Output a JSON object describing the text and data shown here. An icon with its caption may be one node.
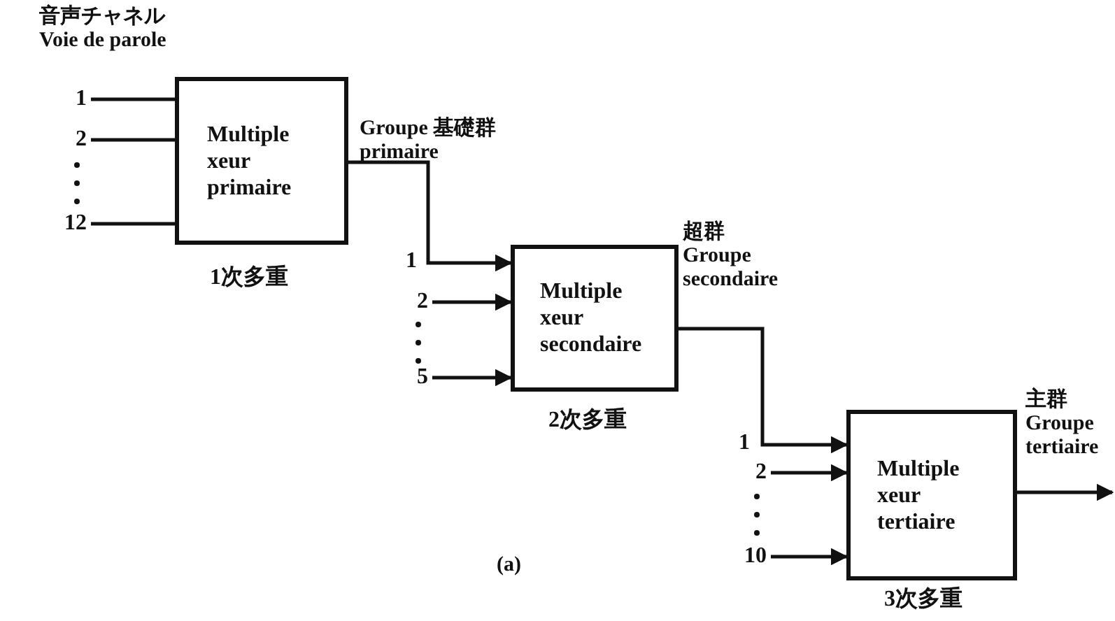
{
  "diagram": {
    "caption": "(a)",
    "nodes": [
      {
        "text": [
          "1"
        ]
      },
      {
        "text": [
          "2"
        ]
      },
      {
        "text": [
          "12"
        ]
      },
      {
        "text": [
          "Multiple xeur primaire"
        ],
        "beside": [
          "1次多重"
        ]
      },
      {
        "text": [
          "2"
        ]
      },
      {
        "text": [
          "5"
        ]
      },
      {
        "text": [
          "Multiple xeur secondaire"
        ],
        "beside": [
          "2次多重"
        ]
      },
      {
        "text": [
          "2"
        ]
      },
      {
        "text": [
          "10"
        ]
      },
      {
        "text": [
          "Multiple xeur tertiaire"
        ],
        "beside": [
          "3次多重"
        ]
      }
    ],
    "edges": [
      {
        "from": 0,
        "to": 3,
        "arrow": "none"
      },
      {
        "from": 1,
        "to": 3,
        "arrow": "none"
      },
      {
        "from": 2,
        "to": 3,
        "arrow": "none"
      },
      {
        "from": 3,
        "to": 6,
        "arrow": "to",
        "label": "Groupe 基礎群 primaire"
      },
      {
        "from": 4,
        "to": 6,
        "arrow": "to"
      },
      {
        "from": 5,
        "to": 6,
        "arrow": "to"
      },
      {
        "from": 6,
        "to": 9,
        "arrow": "to",
        "label": "超群 Groupe secondaire"
      },
      {
        "from": 7,
        "to": 9,
        "arrow": "to"
      },
      {
        "from": 8,
        "to": 9,
        "arrow": "to"
      },
      {
        "from": 9,
        "to": null,
        "arrow": "to",
        "label": "主群 Groupe tertiaire"
      }
    ],
    "labels": [
      "音声チャネル Voie de parole",
      "1",
      "1"
    ]
  }
}
